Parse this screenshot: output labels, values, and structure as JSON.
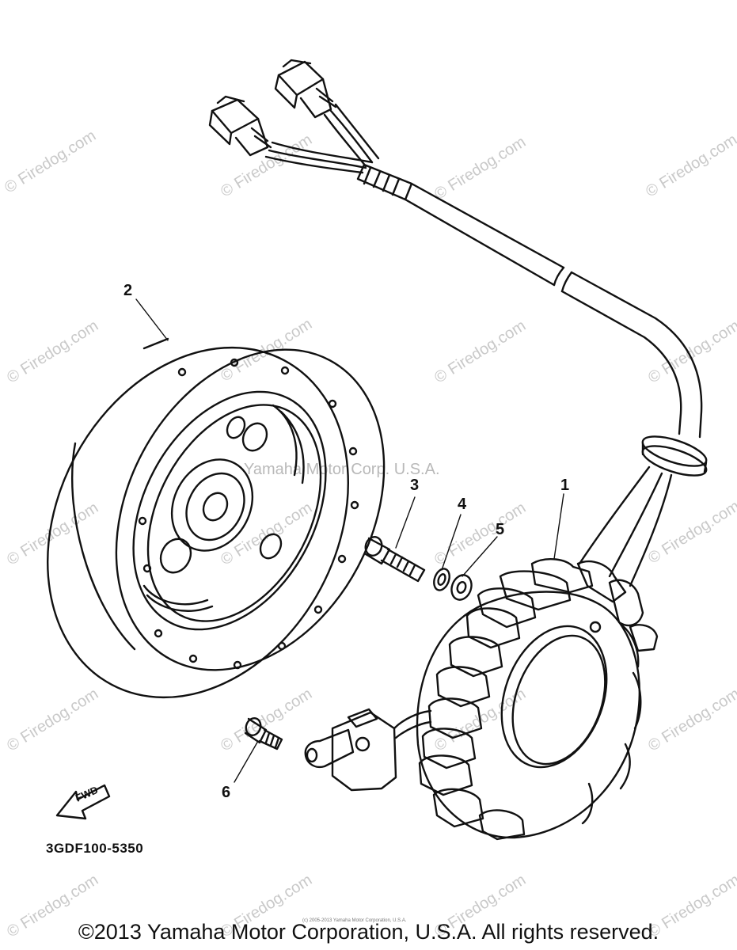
{
  "watermark": "© Firedog.com",
  "center_watermark": "Yamaha Motor Corp. U.S.A.",
  "callouts": {
    "p1": "1",
    "p2": "2",
    "p3": "3",
    "p4": "4",
    "p5": "5",
    "p6": "6"
  },
  "fwd_label": "FWD",
  "part_code": "3GDF100-5350",
  "tiny_copyright": "(c) 2005-2013 Yamaha Motor Corporation, U.S.A.",
  "copyright": "©2013 Yamaha Motor Corporation, U.S.A. All rights reserved."
}
